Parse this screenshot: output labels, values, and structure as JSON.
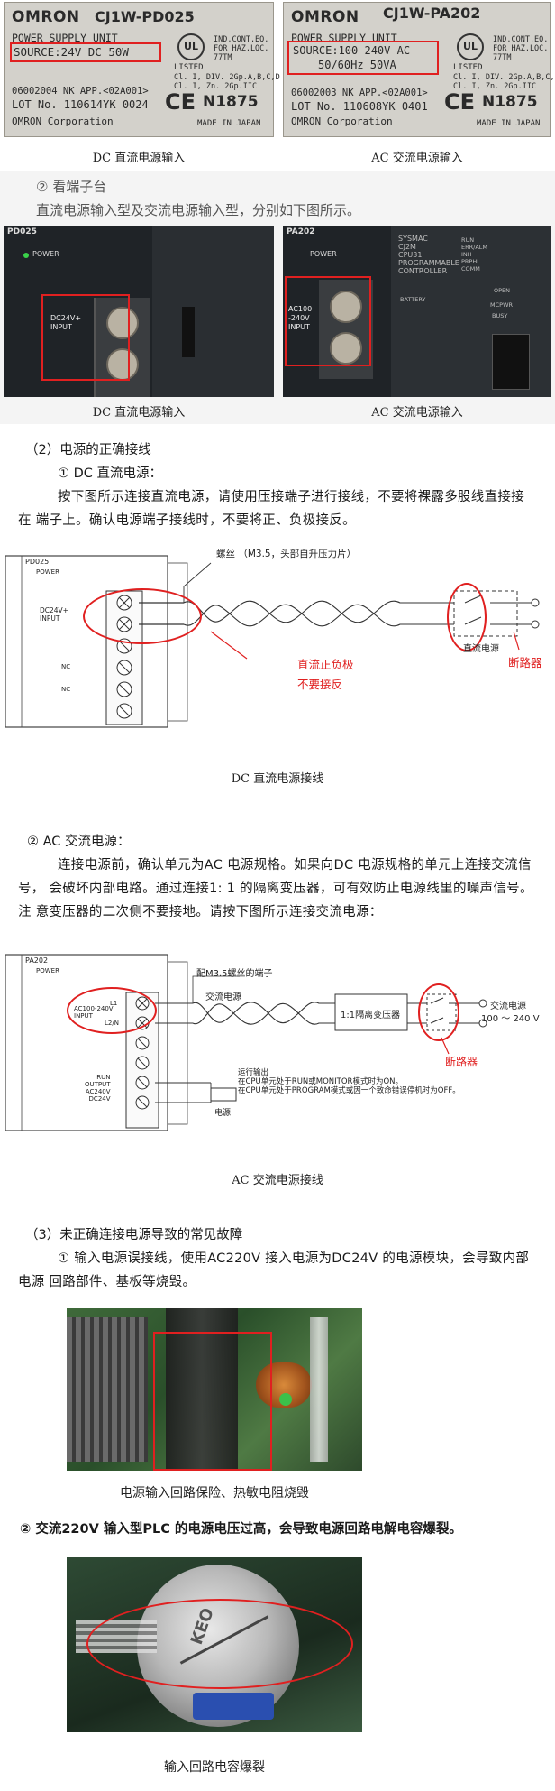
{
  "plate_left": {
    "brand": "OMRON",
    "model": "CJ1W-PD025",
    "unit": "POWER SUPPLY UNIT",
    "source": "SOURCE:24V DC 50W",
    "ul": "UL",
    "listed": "LISTED",
    "ind": "IND.CONT.EQ.\nFOR HAZ.LOC.\n77TM",
    "cl": "Cl. I, DIV. 2Gp.A,B,C,D\nCl. I, Zn. 2Gp.IIC",
    "app": "06002004 NK APP.<02A001>",
    "lot": "LOT No. 110614YK 0024",
    "ce": "CE",
    "n": "N1875",
    "corp": "OMRON  Corporation",
    "made": "MADE IN JAPAN"
  },
  "plate_right": {
    "brand": "OMRON",
    "model": "CJ1W-PA202",
    "unit": "POWER SUPPLY UNIT",
    "source_line1": "SOURCE:100-240V AC",
    "source_line2": "50/60Hz 50VA",
    "ul": "UL",
    "listed": "LISTED",
    "ind": "IND.CONT.EQ.\nFOR HAZ.LOC.\n77TM",
    "cl": "Cl. I, DIV. 2Gp.A,B,C,D\nCl. I, Zn. 2Gp.IIC",
    "app": "06002003 NK APP.<02A001>",
    "lot": "LOT No. 110608YK 0401",
    "ce": "CE",
    "n": "N1875",
    "corp": "OMRON  Corporation",
    "made": "MADE IN JAPAN"
  },
  "caption_dc_input": "DC 直流电源输入",
  "caption_ac_input": "AC 交流电源输入",
  "terminal_heading": "② 看端子台",
  "terminal_text": "直流电源输入型及交流电源输入型，分别如下图所示。",
  "module_left": {
    "model": "PD025",
    "power": "POWER",
    "input_label": "DC24V+\nINPUT"
  },
  "module_right": {
    "model": "PA202",
    "power": "POWER",
    "input_label": "AC100\n-240V\nINPUT",
    "cpu_text": "SYSMAC\nCJ2M\nCPU31\nPROGRAMMABLE\nCONTROLLER",
    "run_text": "RUN\nERR/ALM\nINH\nPRPHL\nCOMM",
    "open": "OPEN",
    "mcpwr": "MCPWR",
    "busy": "BUSY",
    "battery": "BATTERY"
  },
  "section2_title": "（2）电源的正确接线",
  "dc_subtitle": "① DC 直流电源：",
  "dc_para": "按下图所示连接直流电源，请使用压接端子进行接线，不要将裸露多股线直接接在 端子上。确认电源端子接线时，不要将正、负极接反。",
  "dc_diagram": {
    "model": "PD025",
    "power": "POWER",
    "screw_note": "螺丝 （M3.5，头部自升压力片）",
    "input_label": "DC24V+\nINPUT",
    "nc": "NC",
    "dc_source": "直流电源",
    "warn1": "直流正负极",
    "warn2": "不要接反",
    "breaker": "断路器"
  },
  "dc_caption": "DC 直流电源接线",
  "ac_subtitle": "② AC 交流电源：",
  "ac_para": "连接电源前，确认单元为AC 电源规格。如果向DC 电源规格的单元上连接交流信号， 会破坏内部电路。通过连接1: 1 的隔离变压器，可有效防止电源线里的噪声信号。注 意变压器的二次侧不要接地。请按下图所示连接交流电源：",
  "ac_diagram": {
    "model": "PA202",
    "power": "POWER",
    "terminal_note": "配M3.5螺丝的端子",
    "ac_source": "交流电源",
    "transformer": "1:1隔离变压器",
    "ac_supply": "交流电源",
    "voltage": "100 ～ 240 V",
    "breaker": "断路器",
    "input_label": "AC100-240V\nINPUT",
    "l1": "L1",
    "l2n": "L2/N",
    "run_output": "RUN\nOUTPUT\nAC240V\nDC24V",
    "run_note1": "运行输出",
    "run_note2": "在CPU单元处于RUN或MONITOR模式时为ON。",
    "run_note3": "在CPU单元处于PROGRAM模式或因一个致命错误停机时为OFF。",
    "power_box": "电源"
  },
  "ac_caption": "AC 交流电源接线",
  "section3_title": "（3）未正确连接电源导致的常见故障",
  "fault1_para": "① 输入电源误接线，使用AC220V 接入电源为DC24V 的电源模块，会导致内部电源 回路部件、基板等烧毁。",
  "fault1_caption": "电源输入回路保险、热敏电阻烧毁",
  "fault2_para": "② 交流220V 输入型PLC 的电源电压过高，会导致电源回路电解电容爆裂。",
  "fault2_caption": "输入回路电容爆裂",
  "photo_cap_text": "KEO",
  "colors": {
    "accent_red": "#e02020"
  }
}
